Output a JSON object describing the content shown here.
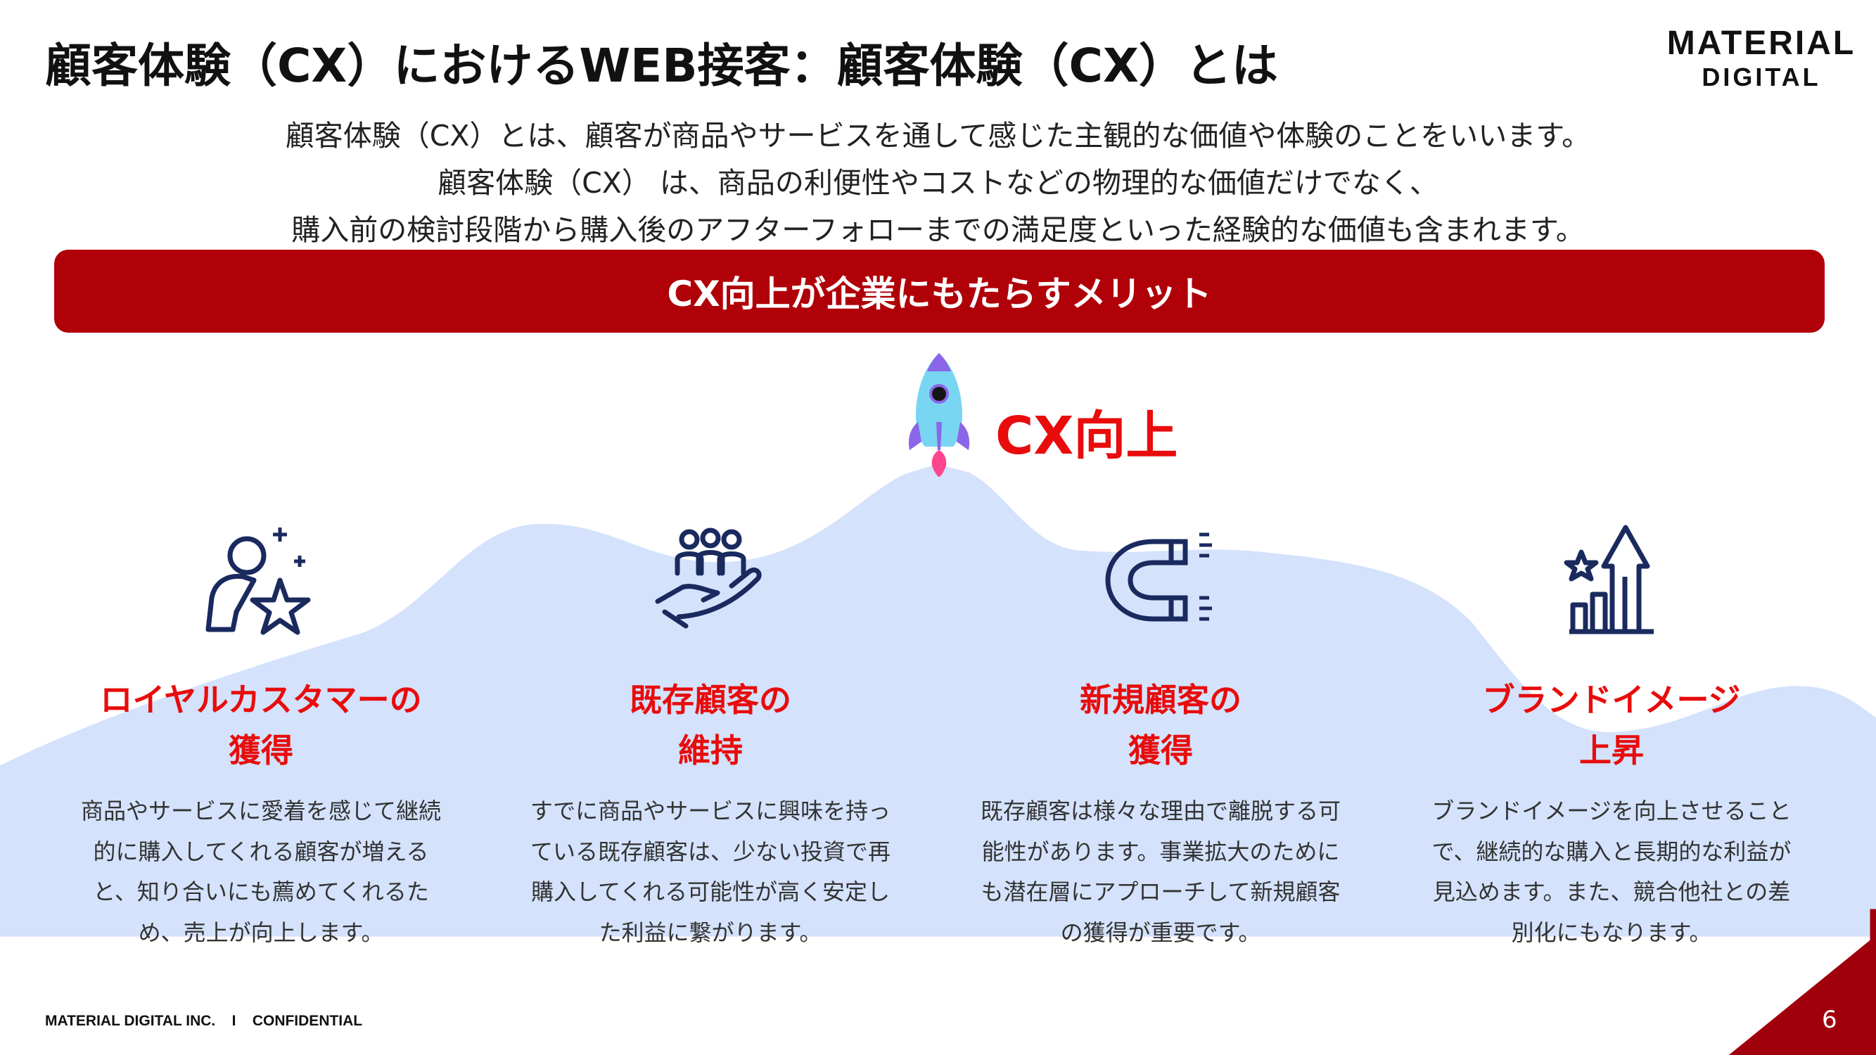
{
  "header": {
    "title": "顧客体験（CX）におけるWEB接客：顧客体験（CX）とは",
    "logo_line1": "MATERIAL",
    "logo_line2": "DIGITAL"
  },
  "intro": {
    "lines": [
      "顧客体験（CX）とは、顧客が商品やサービスを通して感じた主観的な価値や体験のことをいいます。",
      "顧客体験（CX） は、商品の利便性やコストなどの物理的な価値だけでなく、",
      "購入前の検討段階から購入後のアフターフォローまでの満足度といった経験的な価値も含まれます。"
    ]
  },
  "banner": {
    "label": "CX向上が企業にもたらすメリット"
  },
  "center": {
    "label": "CX向上",
    "icon": "rocket-icon"
  },
  "benefits": [
    {
      "icon": "loyal-customer-star-icon",
      "title1": "ロイヤルカスタマーの",
      "title2": "獲得",
      "text": "商品やサービスに愛着を感じて継続的に購入してくれる顧客が増えると、知り合いにも薦めてくれるため、売上が向上します。"
    },
    {
      "icon": "hand-people-icon",
      "title1": "既存顧客の",
      "title2": "維持",
      "text": "すでに商品やサービスに興味を持っている既存顧客は、少ない投資で再購入してくれる可能性が高く安定した利益に繋がります。"
    },
    {
      "icon": "magnet-icon",
      "title1": "新規顧客の",
      "title2": "獲得",
      "text": "既存顧客は様々な理由で離脱する可能性があります。事業拡大のためにも潜在層にアプローチして新規顧客の獲得が重要です。"
    },
    {
      "icon": "growth-chart-icon",
      "title1": "ブランドイメージ",
      "title2": "上昇",
      "text": "ブランドイメージを向上させることで、継続的な購入と長期的な利益が見込めます。また、競合他社との差別化にもなります。"
    }
  ],
  "footer": {
    "company": "MATERIAL DIGITAL INC.",
    "separator": "I",
    "confidential": "CONFIDENTIAL",
    "page": "6"
  },
  "colors": {
    "accent": "#b00008",
    "heading": "#e80c0c",
    "mountain": "#d4e2fc",
    "icon": "#1a2a5e"
  }
}
